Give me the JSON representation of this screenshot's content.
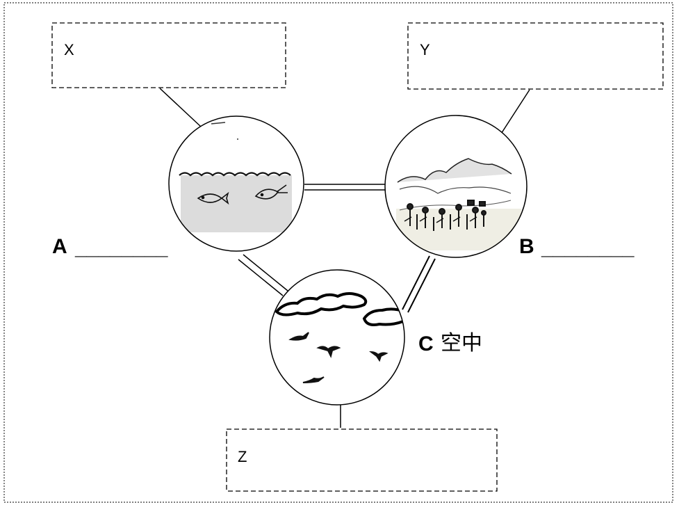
{
  "boxes": {
    "x": {
      "label": "X"
    },
    "y": {
      "label": "Y"
    },
    "z": {
      "label": "Z"
    }
  },
  "markers": {
    "a": {
      "letter": "A",
      "blank": "________"
    },
    "b": {
      "letter": "B",
      "blank": "________"
    },
    "c": {
      "letter": "C",
      "text": "空中"
    }
  },
  "scenes": {
    "water": {
      "icon": "fish-in-water-scene"
    },
    "land": {
      "icon": "hills-and-plants-scene"
    },
    "air": {
      "icon": "clouds-and-birds-scene"
    }
  }
}
